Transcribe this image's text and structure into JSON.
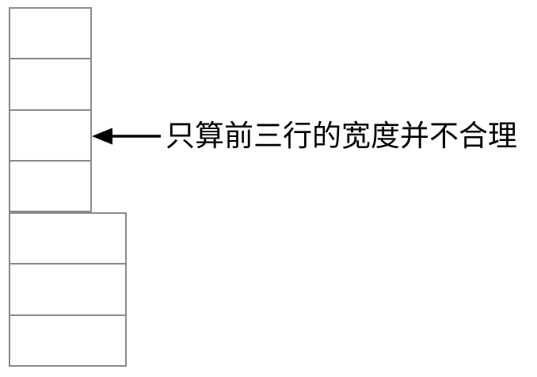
{
  "diagram": {
    "background_color": "#ffffff",
    "box_border_color": "#8a8a8a",
    "box_fill_color": "#ffffff",
    "narrow_stack": {
      "rows": 4
    },
    "wide_stack": {
      "rows": 3
    },
    "annotation": {
      "text": "只算前三行的宽度并不合理",
      "arrow_direction": "left",
      "arrow_color": "#000000",
      "text_color": "#000000"
    }
  }
}
